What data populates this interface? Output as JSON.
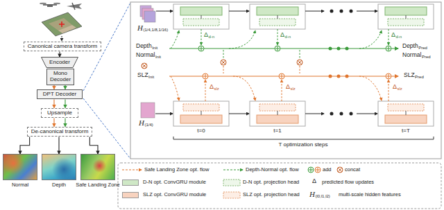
{
  "diagram": {
    "nodes": [
      {
        "text": [
          "Canonical camera transform"
        ]
      },
      {
        "text": [
          "Encoder"
        ]
      },
      {
        "text": [
          "Mono Decoder"
        ]
      },
      {
        "text": [
          "DPT Decoder"
        ]
      },
      {
        "text": [
          "Upsample"
        ]
      },
      {
        "text": [
          "De-canonical transform"
        ]
      },
      {
        "text": [
          "Normal"
        ]
      },
      {
        "text": [
          "Depth"
        ]
      },
      {
        "text": [
          "Safe Landing Zone"
        ]
      }
    ],
    "edges": [
      {
        "from": 0,
        "to": 1,
        "arrow": "to"
      },
      {
        "from": 2,
        "to": 3,
        "arrow": "to"
      },
      {
        "from": 3,
        "to": 4,
        "arrow": "to"
      },
      {
        "from": 4,
        "to": 5,
        "arrow": "to"
      },
      {
        "from": 5,
        "to": 6,
        "arrow": "to"
      },
      {
        "from": 5,
        "to": 7,
        "arrow": "to"
      },
      {
        "from": 5,
        "to": 8,
        "arrow": "to"
      }
    ],
    "labels": [
      "H",
      "(1/4,1/8,1/16)",
      "H",
      "(1/4)",
      "Depth",
      "Init",
      "Normal",
      "Init",
      "SLZ",
      "Init",
      "Δ",
      "d-n",
      "Δ",
      "d-n",
      "Δ",
      "d-n",
      "Δ",
      "slz",
      "Δ",
      "slz",
      "Δ",
      "slz",
      "t=0",
      "t=1",
      "t=T",
      "T optimization steps",
      "Depth",
      "Pred",
      "Normal",
      "Pred",
      "SLZ",
      "Pred",
      "Δ",
      "H",
      "(l0,l1,l2)"
    ],
    "legend": [
      {
        "text": "Safe Landing Zone opt. flow"
      },
      {
        "text": "Depth-Normal opt. flow"
      },
      {
        "text": "add"
      },
      {
        "text": "concat"
      },
      {
        "text": "D-N opt. ConvGRU module",
        "color": "#cfe8c6"
      },
      {
        "text": "D-N opt. projection head"
      },
      {
        "text": "predicted flow updates"
      },
      {
        "text": "SLZ opt. ConvGRU module",
        "color": "#f8d3bf"
      },
      {
        "text": "SLZ opt. projection head"
      },
      {
        "text": "multi-scale hidden features"
      }
    ]
  }
}
